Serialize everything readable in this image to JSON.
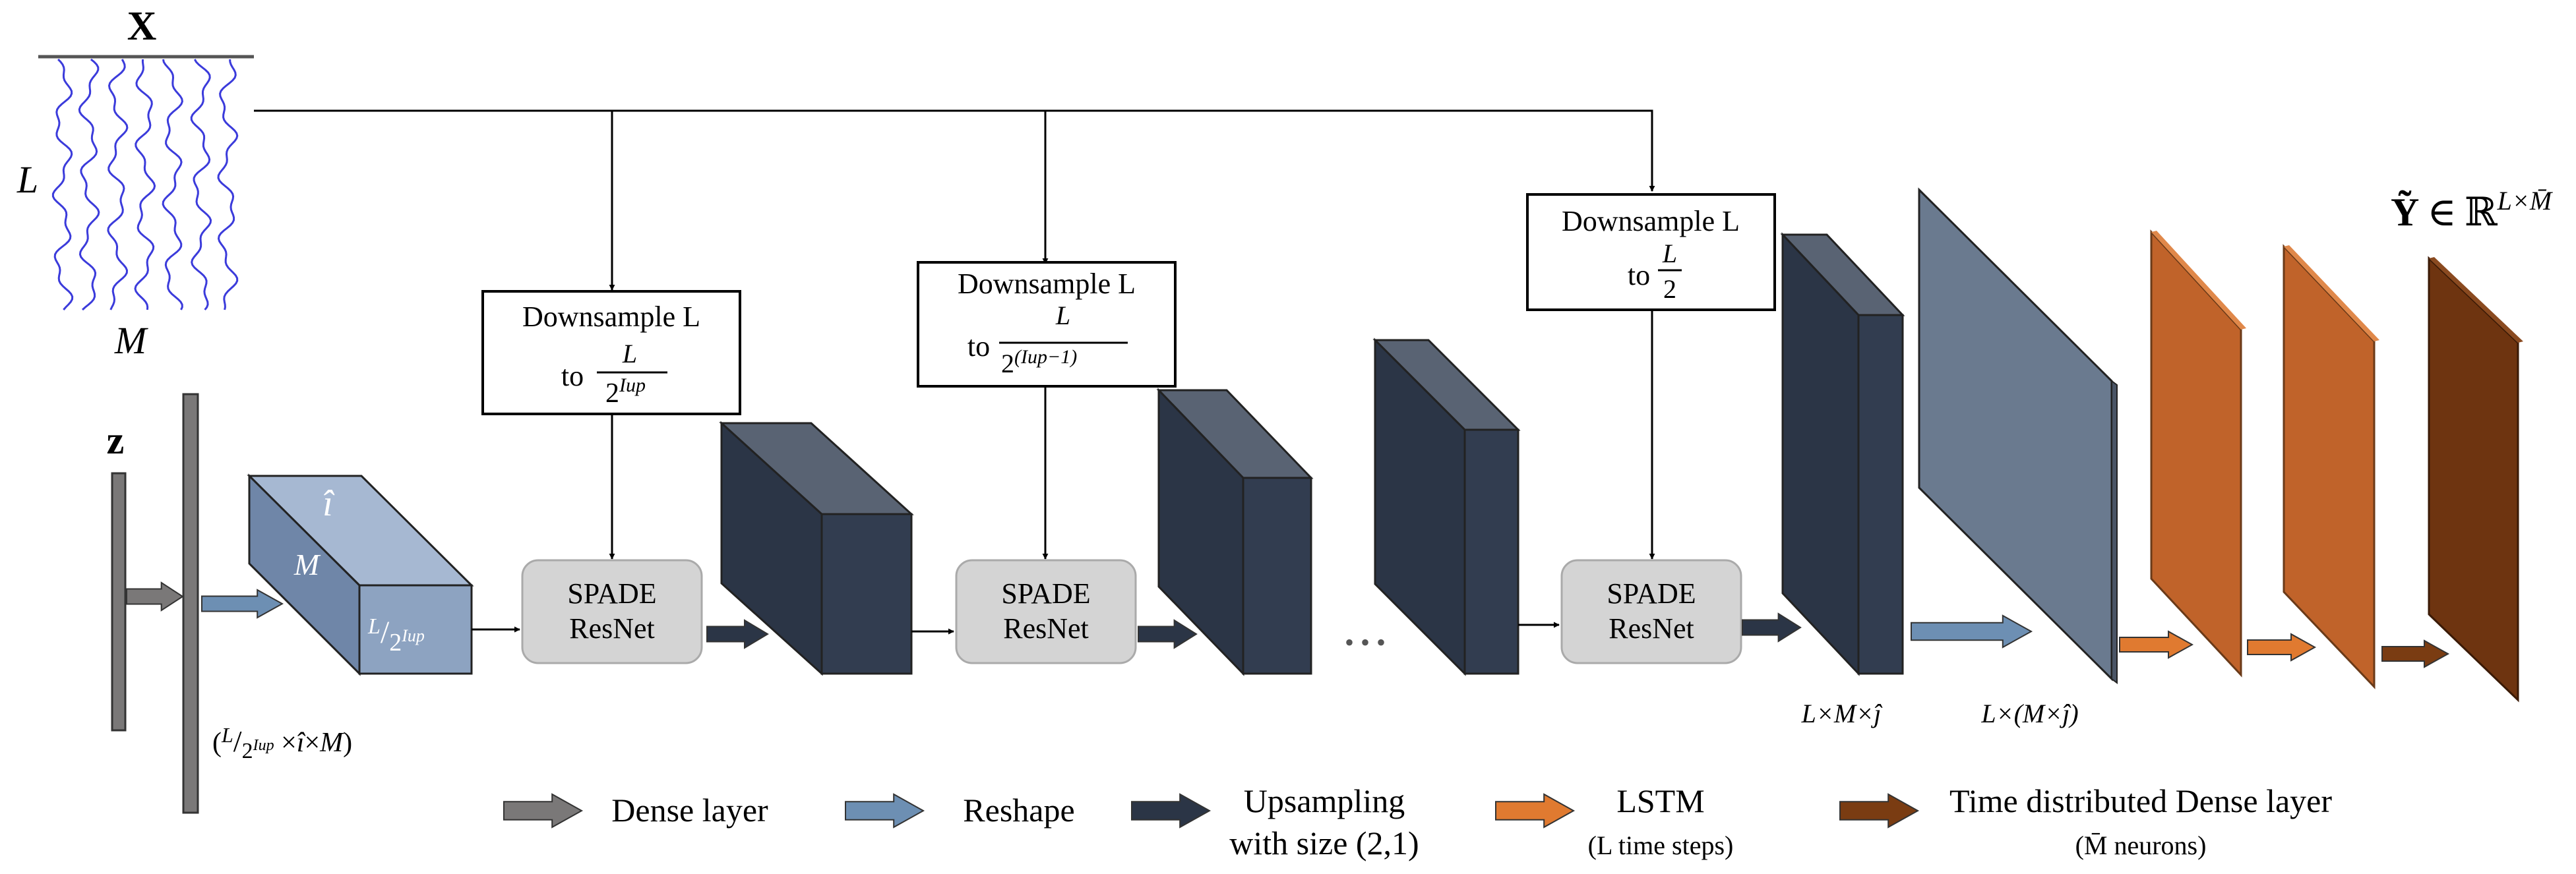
{
  "input": {
    "x_label": "X",
    "l_label": "L",
    "m_label": "M"
  },
  "noise": {
    "z_label": "z"
  },
  "first_block": {
    "hat_i": "î",
    "m_label": "M",
    "l": "L",
    "denom": "2",
    "exp": "Iup"
  },
  "first_shape": {
    "text": "(L/2Iup ×î×M)"
  },
  "downsample_blocks": [
    {
      "line1": "Downsample L",
      "to": "to",
      "num": "L",
      "den": "2",
      "den_exp": "Iup"
    },
    {
      "line1": "Downsample L",
      "pre_num": "L",
      "to": "to",
      "num": "L",
      "den": "2",
      "den_exp": "(Iup−1)"
    },
    {
      "line1": "Downsample L",
      "to": "to",
      "num": "L",
      "den": "2",
      "den_exp": ""
    }
  ],
  "spade_blocks": [
    {
      "line1": "SPADE",
      "line2": "ResNet"
    },
    {
      "line1": "SPADE",
      "line2": "ResNet"
    },
    {
      "line1": "SPADE",
      "line2": "ResNet"
    }
  ],
  "ellipsis": "• • •",
  "shape_labels": {
    "lmj": "L×M×ĵ",
    "lmj2": "L×(M×ĵ)"
  },
  "output": {
    "symbol": "Ỹ",
    "in": "∈",
    "reals": "ℝ",
    "exp": "L×M̄"
  },
  "legend": {
    "items": [
      {
        "label": "Dense layer",
        "sub": ""
      },
      {
        "label": "Reshape",
        "sub": ""
      },
      {
        "label": "Upsampling",
        "sub": "with size (2,1)"
      },
      {
        "label": "LSTM",
        "sub": "(L time steps)"
      },
      {
        "label": "Time distributed Dense layer",
        "sub": "(M̄ neurons)"
      }
    ]
  },
  "colors": {
    "dense": "#7a7878",
    "reshape": "#6d8fb3",
    "upsample": "#2b3546",
    "lstm": "#e07a30",
    "tdd": "#7a3c12",
    "wave": "#3b3bdb"
  }
}
